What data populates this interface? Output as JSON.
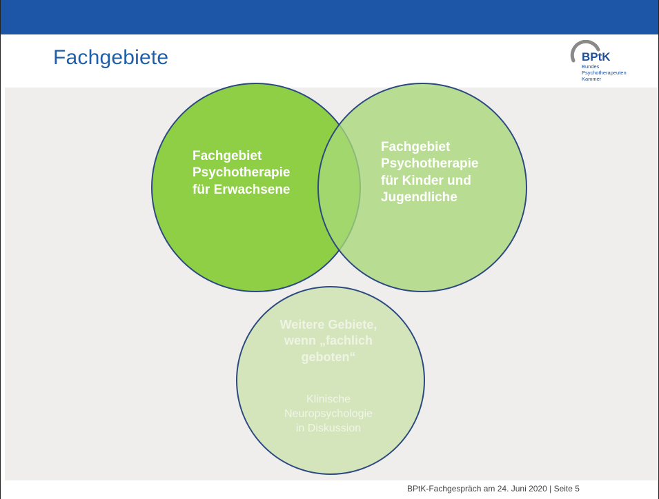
{
  "slide": {
    "title": "Fachgebiete",
    "logo": {
      "abbr": "BPtK",
      "lines": [
        "Bundes",
        "Psychotherapeuten",
        "Kammer"
      ]
    },
    "circles": [
      {
        "id": "adults",
        "lines": [
          "Fachgebiet",
          "Psychotherapie",
          "für Erwachsene"
        ],
        "fill": "#8ecf45"
      },
      {
        "id": "kids",
        "lines": [
          "Fachgebiet",
          "Psychotherapie",
          "für Kinder und",
          "Jugendliche"
        ],
        "fill": "#a8d878"
      },
      {
        "id": "more",
        "lines": [
          "Weitere Gebiete,",
          "wenn „fachlich",
          "geboten“"
        ],
        "sub_lines": [
          "Klinische",
          "Neuropsychologie",
          "in Diskussion"
        ],
        "fill": "#d4e5bb"
      }
    ],
    "footer": "BPtK-Fachgespräch am 24. Juni 2020 | Seite 5"
  },
  "colors": {
    "top_bar": "#1d56a6",
    "title": "#1f5fa9",
    "content_background": "#efeeec",
    "circle_stroke": "#2c4a80"
  }
}
